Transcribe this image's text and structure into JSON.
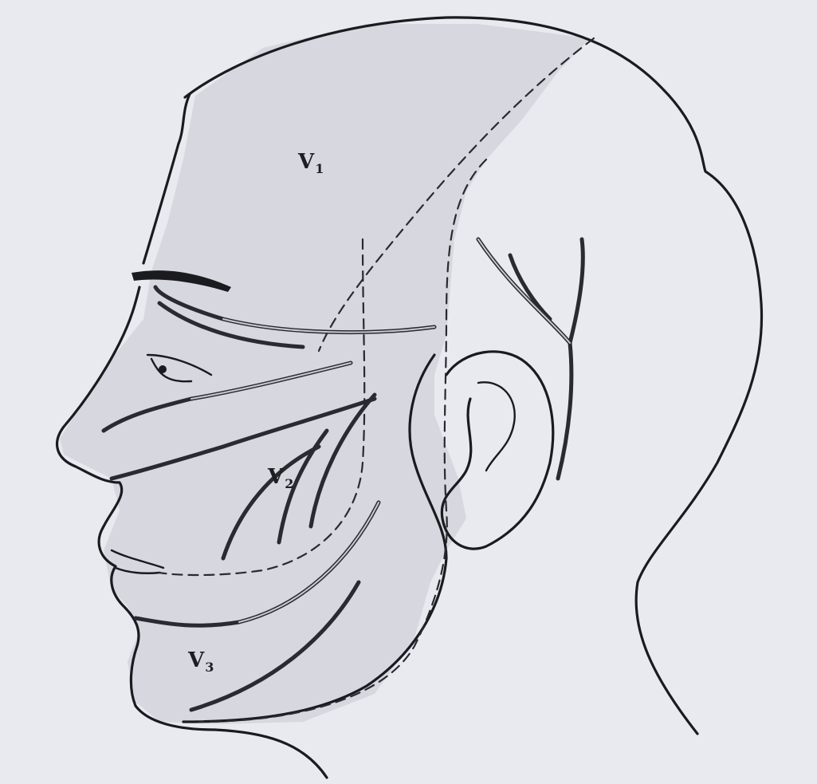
{
  "labels": {
    "v1": {
      "main": "V",
      "sub": "1"
    },
    "v2": {
      "main": "V",
      "sub": "2"
    },
    "v3": {
      "main": "V",
      "sub": "3"
    }
  },
  "colors": {
    "background": "#e9eaf0",
    "shade_region": "#d2d3dc",
    "line": "#1a1a1f"
  }
}
